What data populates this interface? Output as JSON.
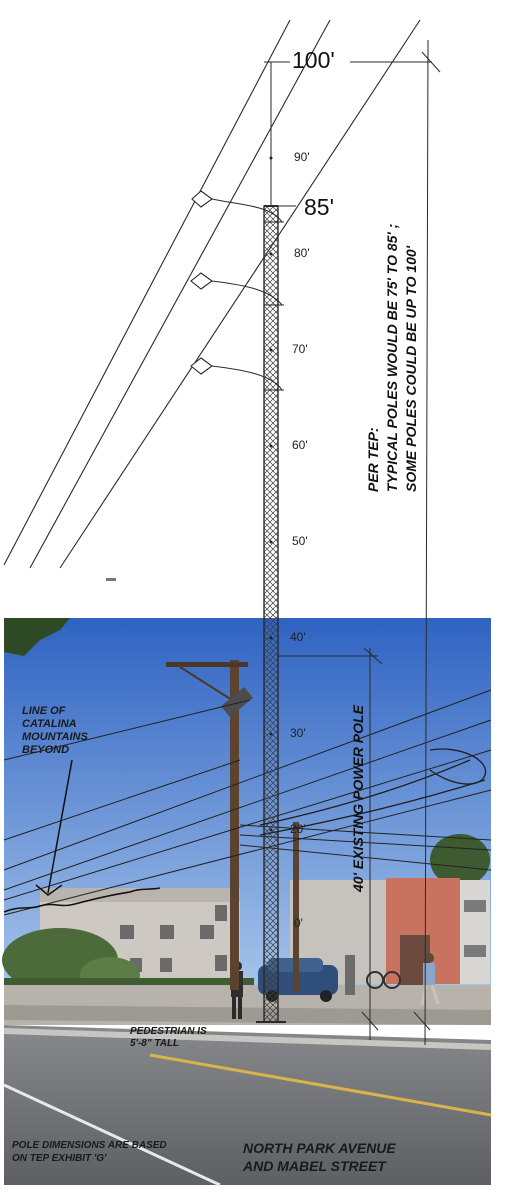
{
  "labels": {
    "height_100": "100'",
    "height_85": "85'",
    "tick_90": "90'",
    "tick_80": "80'",
    "tick_70": "70'",
    "tick_60": "60'",
    "tick_50": "50'",
    "tick_40": "40'",
    "tick_30": "30'",
    "tick_20": "20'",
    "tick_0": "0'"
  },
  "tep_note": {
    "line1": "PER TEP:",
    "line2": "TYPICAL POLES WOULD BE 75' TO 85' ;",
    "line3": "SOME POLES COULD BE UP TO 100'"
  },
  "existing_pole_label": "40' EXISTING POWER POLE",
  "mountains_note": {
    "line1": "LINE OF",
    "line2": "CATALINA",
    "line3": "MOUNTAINS",
    "line4": "BEYOND"
  },
  "pedestrian_note": {
    "line1": "PEDESTRIAN IS",
    "line2": "5'-8\" TALL"
  },
  "dimension_note": {
    "line1": "POLE DIMENSIONS ARE BASED",
    "line2": "ON TEP EXHIBIT 'G'"
  },
  "location_note": {
    "line1": "NORTH PARK AVENUE",
    "line2": "AND MABEL STREET"
  },
  "colors": {
    "sky_top": "#2f63c2",
    "sky_bottom": "#8fb6e6",
    "road": "#6c6e72",
    "building_left": "#c9c5be",
    "building_right": "#c97062",
    "line_ink": "#2a2a2a"
  }
}
